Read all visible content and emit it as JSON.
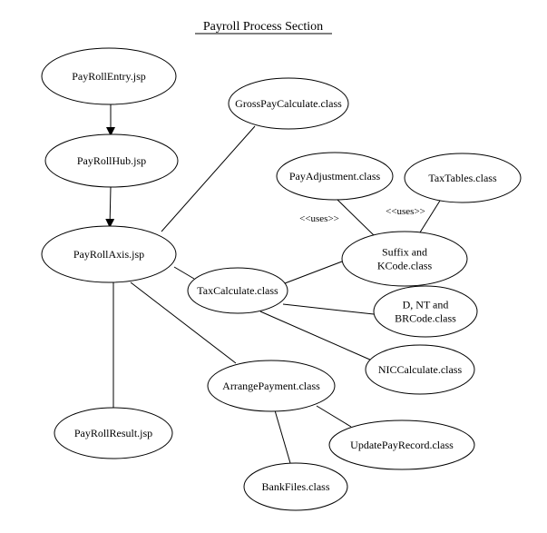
{
  "diagram": {
    "title": "Payroll Process Section",
    "nodes": [
      {
        "id": "entry",
        "label": [
          "PayRollEntry.jsp"
        ]
      },
      {
        "id": "hub",
        "label": [
          "PayRollHub.jsp"
        ]
      },
      {
        "id": "axis",
        "label": [
          "PayRollAxis.jsp"
        ]
      },
      {
        "id": "result",
        "label": [
          "PayRollResult.jsp"
        ]
      },
      {
        "id": "gross",
        "label": [
          "GrossPayCalculate.class"
        ]
      },
      {
        "id": "payadj",
        "label": [
          "PayAdjustment.class"
        ]
      },
      {
        "id": "taxtables",
        "label": [
          "TaxTables.class"
        ]
      },
      {
        "id": "suffix",
        "label": [
          "Suffix and",
          "KCode.class"
        ]
      },
      {
        "id": "taxcalc",
        "label": [
          "TaxCalculate.class"
        ]
      },
      {
        "id": "dnt",
        "label": [
          "D, NT and",
          "BRCode.class"
        ]
      },
      {
        "id": "nic",
        "label": [
          "NICCalculate.class"
        ]
      },
      {
        "id": "arrange",
        "label": [
          "ArrangePayment.class"
        ]
      },
      {
        "id": "update",
        "label": [
          "UpdatePayRecord.class"
        ]
      },
      {
        "id": "bank",
        "label": [
          "BankFiles.class"
        ]
      }
    ],
    "edges": [
      {
        "from": "entry",
        "to": "hub",
        "arrow": true
      },
      {
        "from": "hub",
        "to": "axis",
        "arrow": true
      },
      {
        "from": "axis",
        "to": "gross",
        "arrow": false
      },
      {
        "from": "axis",
        "to": "taxcalc",
        "arrow": false
      },
      {
        "from": "axis",
        "to": "arrange",
        "arrow": false
      },
      {
        "from": "axis",
        "to": "result",
        "arrow": false
      },
      {
        "from": "taxcalc",
        "to": "suffix",
        "arrow": false
      },
      {
        "from": "taxcalc",
        "to": "dnt",
        "arrow": false
      },
      {
        "from": "taxcalc",
        "to": "nic",
        "arrow": false
      },
      {
        "from": "suffix",
        "to": "payadj",
        "arrow": false,
        "label": "<<uses>>"
      },
      {
        "from": "suffix",
        "to": "taxtables",
        "arrow": false,
        "label": "<<uses>>"
      },
      {
        "from": "arrange",
        "to": "update",
        "arrow": false
      },
      {
        "from": "arrange",
        "to": "bank",
        "arrow": false
      }
    ],
    "edge_labels": [
      "<<uses>>",
      "<<uses>>"
    ]
  }
}
